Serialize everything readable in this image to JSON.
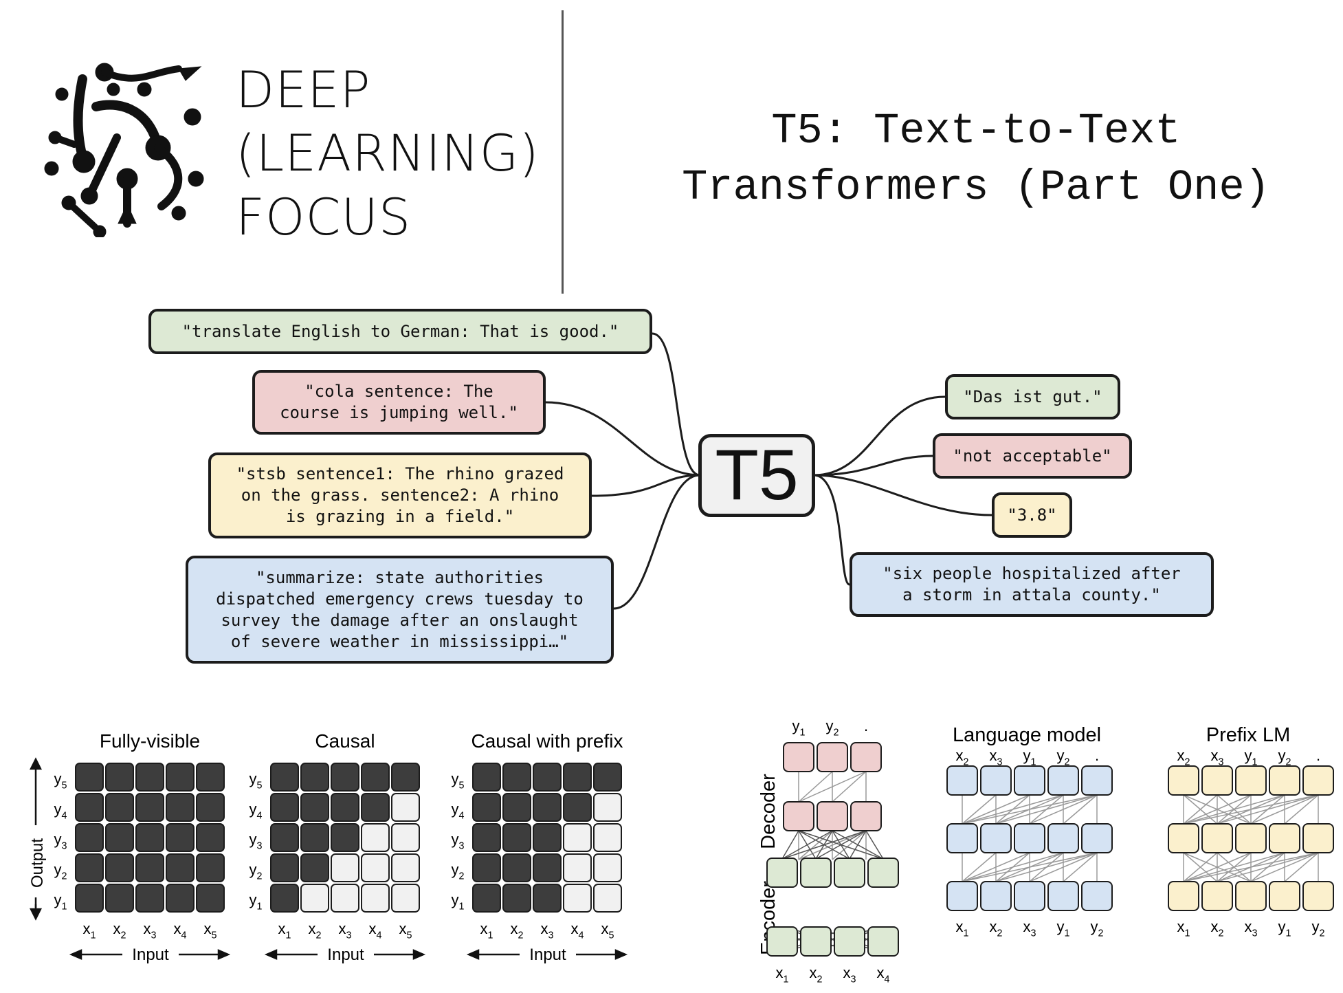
{
  "brand": {
    "lines": [
      "DEEP",
      "(LEARNING)",
      "FOCUS"
    ]
  },
  "title": {
    "line1": "T5: Text-to-Text",
    "line2": "Transformers (Part One)"
  },
  "t5": {
    "label": "T5",
    "inputs": [
      "\"translate English to German: That is good.\"",
      "\"cola sentence: The\ncourse is jumping well.\"",
      "\"stsb sentence1: The rhino grazed\non the grass. sentence2: A rhino\nis grazing in a field.\"",
      "\"summarize: state authorities\ndispatched emergency crews tuesday to\nsurvey the damage after an onslaught\nof severe weather in mississippi…\""
    ],
    "outputs": [
      "\"Das ist gut.\"",
      "\"not acceptable\"",
      "\"3.8\"",
      "\"six people hospitalized after\na storm in attala county.\""
    ]
  },
  "masks": {
    "panels": [
      {
        "title": "Fully-visible",
        "pattern": "full"
      },
      {
        "title": "Causal",
        "pattern": "causal"
      },
      {
        "title": "Causal with prefix",
        "pattern": "prefix"
      }
    ],
    "row_labels": [
      "y5",
      "y4",
      "y3",
      "y2",
      "y1"
    ],
    "col_labels": [
      "x1",
      "x2",
      "x3",
      "x4",
      "x5"
    ],
    "input_label": "Input",
    "output_label": "Output"
  },
  "architectures": {
    "encdec": {
      "decoder_label": "Decoder",
      "encoder_label": "Encoder",
      "top_labels": [
        "y1",
        "y2",
        "."
      ],
      "bottom_labels": [
        "x1",
        "x2",
        "x3",
        "x4"
      ]
    },
    "lm": {
      "title": "Language model",
      "top_labels": [
        "x2",
        "x3",
        "y1",
        "y2",
        "."
      ],
      "bottom_labels": [
        "x1",
        "x2",
        "x3",
        "y1",
        "y2"
      ]
    },
    "prefix": {
      "title": "Prefix LM",
      "top_labels": [
        "x2",
        "x3",
        "y1",
        "y2",
        "."
      ],
      "bottom_labels": [
        "x1",
        "x2",
        "x3",
        "y1",
        "y2"
      ]
    }
  },
  "colors": {
    "dark_cell": "#3d3d3d",
    "light_cell": "#f1f1f1",
    "green": "#dde9d4",
    "red": "#efcfcf",
    "yellow": "#fbf0cd",
    "blue": "#d5e3f3"
  }
}
